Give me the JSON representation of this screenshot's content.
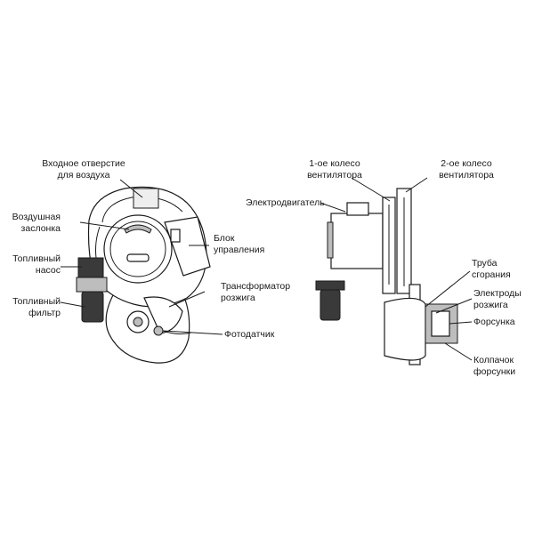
{
  "front_view": {
    "air_inlet": [
      "Входное отверстие",
      "для воздуха"
    ],
    "air_damper": [
      "Воздушная",
      "заслонка"
    ],
    "fuel_pump": [
      "Топливный",
      "насос"
    ],
    "fuel_filter": [
      "Топливный",
      "фильтр"
    ],
    "control_unit": [
      "Блок",
      "управления"
    ],
    "ignition_transformer": [
      "Трансформатор",
      "розжига"
    ],
    "photo_sensor": "Фотодатчик"
  },
  "side_view": {
    "fan_wheel_1": [
      "1-ое колесо",
      "вентилятора"
    ],
    "fan_wheel_2": [
      "2-ое колесо",
      "вентилятора"
    ],
    "motor": "Электродвигатель",
    "combustion_tube": [
      "Труба",
      "сгорания"
    ],
    "ignition_electrodes": [
      "Электроды",
      "розжига"
    ],
    "nozzle": "Форсунка",
    "nozzle_cap": [
      "Колпачок",
      "форсунки"
    ]
  }
}
